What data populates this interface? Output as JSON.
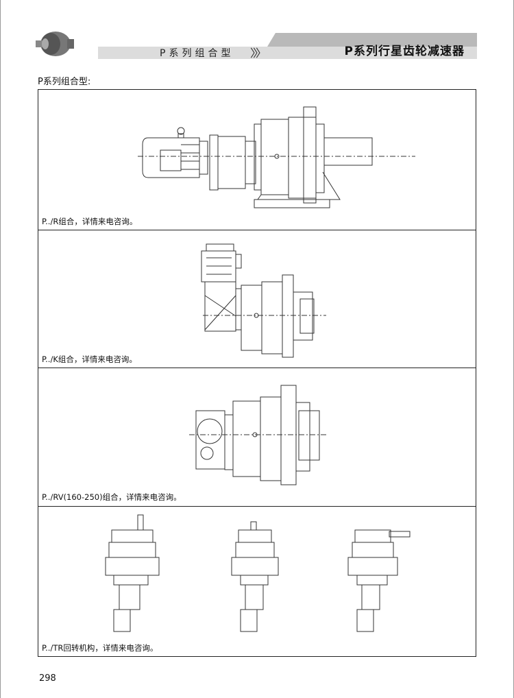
{
  "header": {
    "band_title": "P系列组合型",
    "chevrons": "〉〉〉",
    "series_title": "P系列行星齿轮减速器"
  },
  "section_label": "P系列组合型:",
  "panels": [
    {
      "caption": "P../R组合，详情来电咨询。"
    },
    {
      "caption": "P../K组合，详情来电咨询。"
    },
    {
      "caption": "P../RV(160-250)组合，详情来电咨询。"
    },
    {
      "caption": "P../TR回转机构，详情来电咨询。"
    }
  ],
  "page_number": "298"
}
